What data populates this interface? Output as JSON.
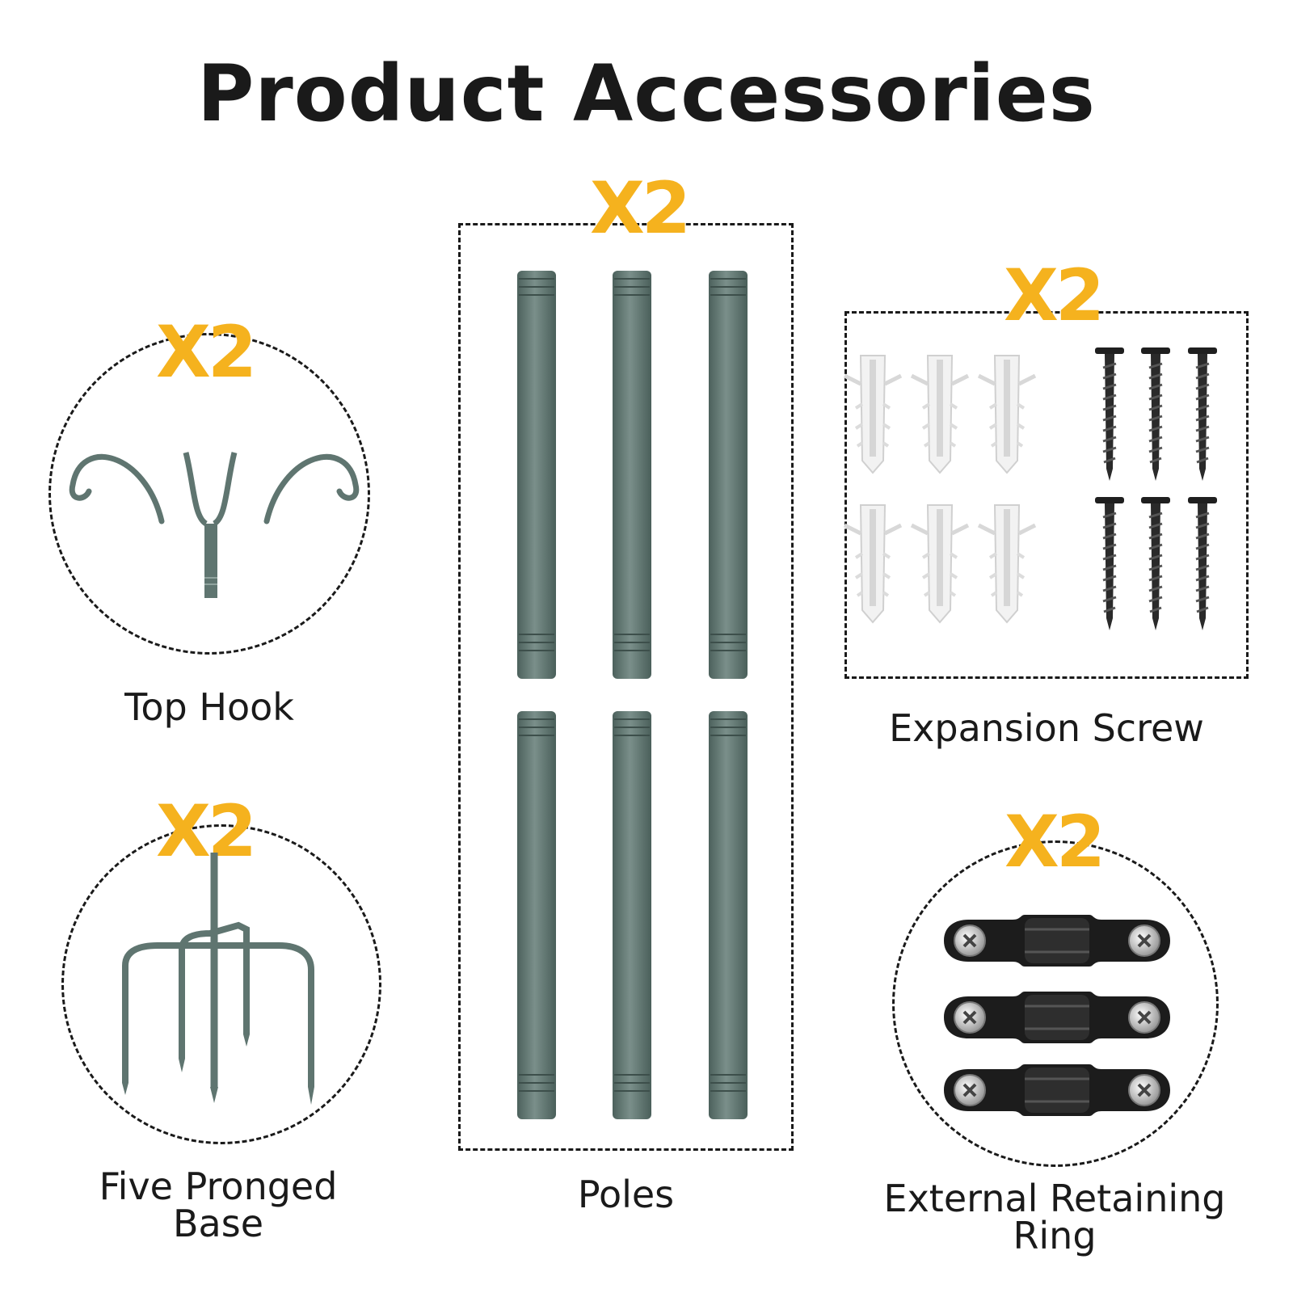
{
  "title": "Product Accessories",
  "colors": {
    "accent": "#f5b21e",
    "pole": "#5f7570",
    "text": "#1a1a1a"
  },
  "items": [
    {
      "name": "Top Hook",
      "quantity": "X2",
      "icon": "double-hook-icon"
    },
    {
      "name": "Five Pronged Base",
      "quantity": "X2",
      "icon": "five-prong-stake-icon"
    },
    {
      "name": "Poles",
      "quantity": "X2",
      "icon": "pole-icon"
    },
    {
      "name": "Expansion Screw",
      "quantity": "X2",
      "icon": "expansion-screw-icon"
    },
    {
      "name": "External Retaining Ring",
      "quantity": "X2",
      "icon": "pipe-clamp-icon"
    }
  ]
}
